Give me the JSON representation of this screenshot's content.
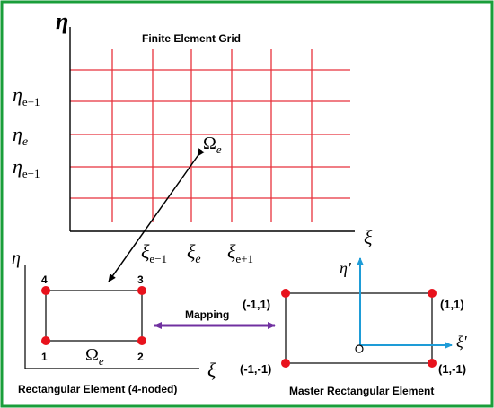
{
  "grid": {
    "title": "Finite Element Grid",
    "y_axis_label": "η",
    "x_axis_label": "ξ",
    "row_labels": [
      {
        "base": "η",
        "sub": "e+1"
      },
      {
        "base": "η",
        "sub": "e"
      },
      {
        "base": "η",
        "sub": "e−1"
      }
    ],
    "col_labels": [
      {
        "base": "ξ",
        "sub": "e−1"
      },
      {
        "base": "ξ",
        "sub": "e"
      },
      {
        "base": "ξ",
        "sub": "e+1"
      }
    ],
    "element_label": {
      "base": "Ω",
      "sub": "e"
    }
  },
  "element": {
    "y_axis_label": "η",
    "x_axis_label": "ξ",
    "node_labels": [
      "1",
      "2",
      "3",
      "4"
    ],
    "element_label": {
      "base": "Ω",
      "sub": "e"
    },
    "caption": "Rectangular Element (4-noded)"
  },
  "mapping": {
    "label": "Mapping"
  },
  "master": {
    "y_axis_label": "η'",
    "x_axis_label": "ξ'",
    "corner_labels": {
      "top_left": "(-1,1)",
      "top_right": "(1,1)",
      "bottom_left": "(-1,-1)",
      "bottom_right": "(1,-1)"
    },
    "caption": "Master Rectangular Element"
  },
  "colors": {
    "frame": "#1a9e3a",
    "grid": "#e8323c",
    "node": "#e8121c",
    "mapping": "#7030a0",
    "axis_blue": "#1e9cd7",
    "ink": "#000000"
  }
}
